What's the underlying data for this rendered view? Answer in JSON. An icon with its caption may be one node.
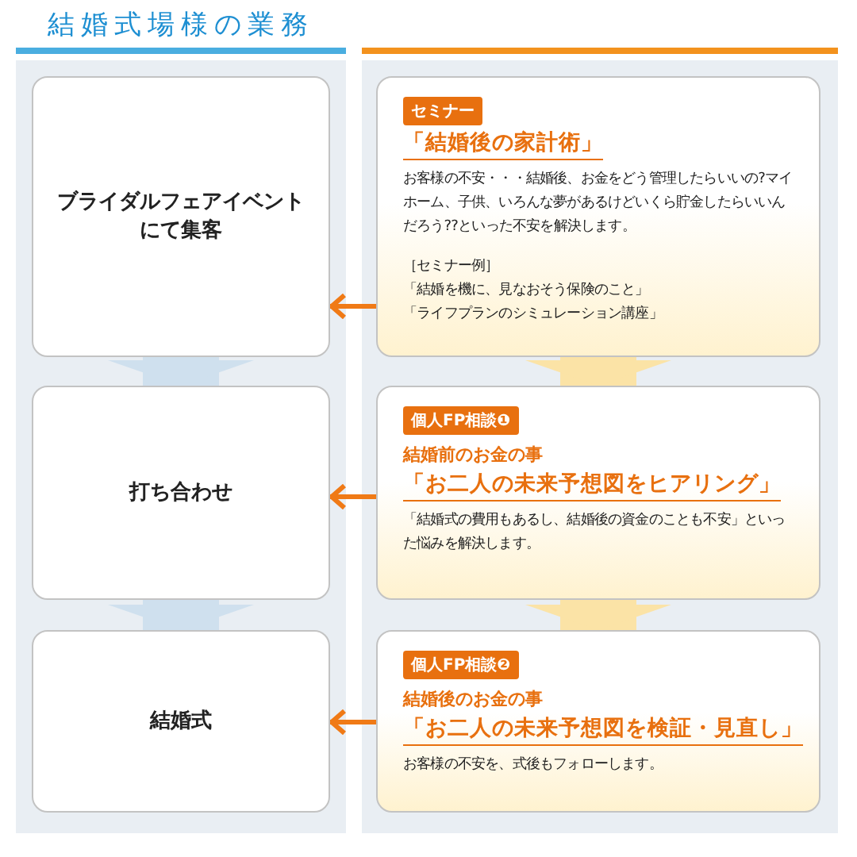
{
  "diagram": {
    "nodes": [
      {
        "text": [
          "結婚式場様の業務"
        ]
      },
      {
        "text": [],
        "shape": "box"
      },
      {
        "text": [
          "ブライダルフェアイベントにて集客"
        ],
        "in": 0
      },
      {
        "text": [
          "打ち合わせ"
        ],
        "in": 0
      },
      {
        "text": [
          "結婚式"
        ],
        "in": 0
      },
      {
        "text": [
          "セミナー",
          "「結婚後の家計術」",
          "お客様の不安・・・結婚後、お金をどう管理したらいいの?マイホーム、子供、いろんな夢があるけどいくら貯金したらいいんだろう??といった不安を解決します。",
          "［セミナー例］",
          "「結婚を機に、見なおそう保険のこと」",
          "「ライフプランのシミュレーション講座」"
        ],
        "in": 1
      },
      {
        "text": [
          "個人FP相談❶",
          "結婚前のお金の事",
          "「お二人の未来予想図をヒアリング」",
          "「結婚式の費用もあるし、結婚後の資金のことも不安」といった悩みを解決します。"
        ],
        "in": 1
      },
      {
        "text": [
          "個人FP相談❷",
          "結婚後のお金の事",
          "「お二人の未来予想図を検証・見直し」",
          "お客様の不安を、式後もフォローします。"
        ],
        "in": 1
      }
    ],
    "edges": [
      {
        "from": 2,
        "to": 3,
        "arrow": "to",
        "color": "#cfe0ee"
      },
      {
        "from": 3,
        "to": 4,
        "arrow": "to",
        "color": "#cfe0ee"
      },
      {
        "from": 5,
        "to": 6,
        "arrow": "to",
        "color": "#fbe3a6"
      },
      {
        "from": 6,
        "to": 7,
        "arrow": "to",
        "color": "#fbe3a6"
      },
      {
        "from": 5,
        "to": 2,
        "arrow": "to",
        "color": "#f07a16"
      },
      {
        "from": 6,
        "to": 3,
        "arrow": "to",
        "color": "#f07a16"
      },
      {
        "from": 7,
        "to": 4,
        "arrow": "to",
        "color": "#f07a16"
      }
    ]
  }
}
